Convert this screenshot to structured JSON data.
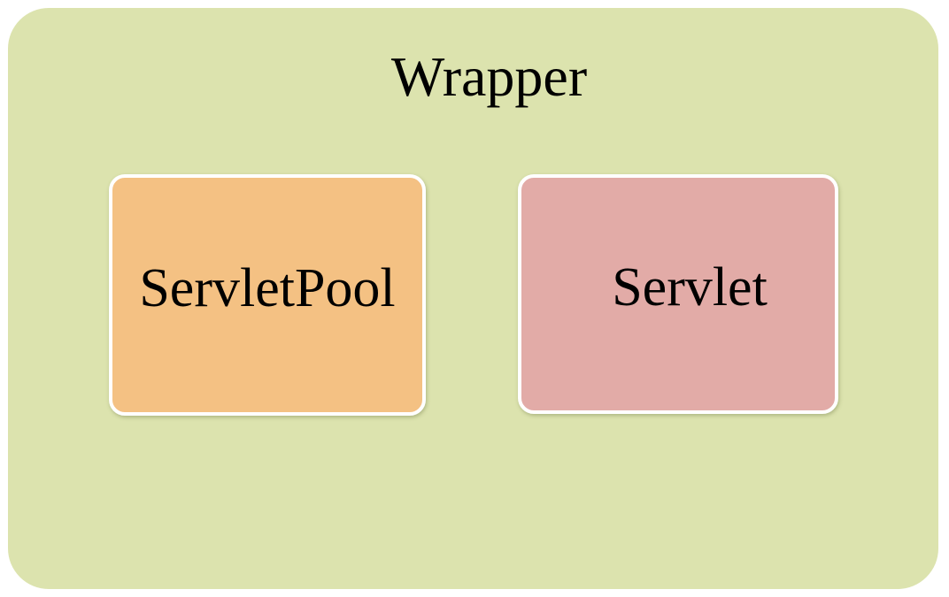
{
  "diagram": {
    "title": "Wrapper",
    "nodes": [
      {
        "id": "servlet-pool",
        "label": "ServletPool"
      },
      {
        "id": "servlet",
        "label": "Servlet"
      }
    ],
    "colors": {
      "canvas_bg": "#ffffff",
      "wrapper_bg": "#dce3ae",
      "servlet_pool_bg": "#f4c183",
      "servlet_bg": "#e2aba7",
      "node_border": "#ffffff",
      "text": "#000000"
    }
  }
}
